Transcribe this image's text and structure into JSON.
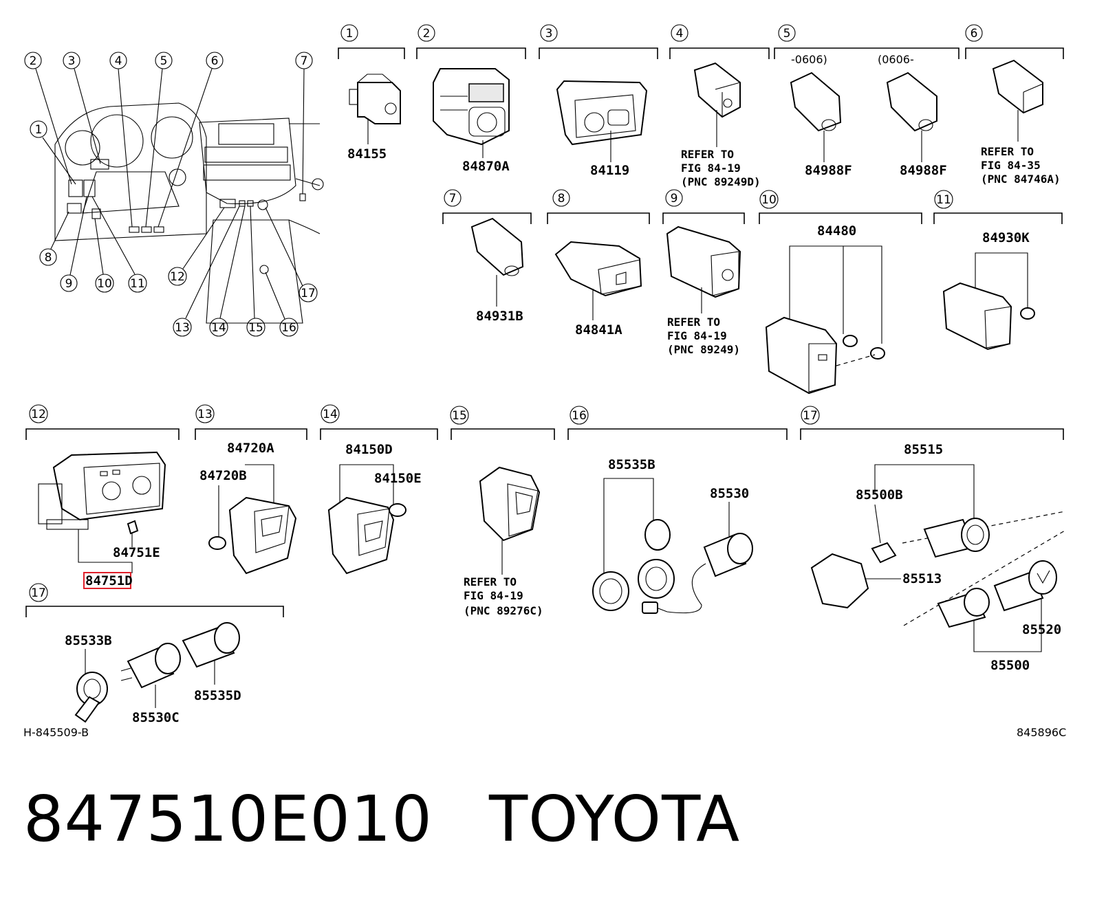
{
  "overview_callouts": [
    "1",
    "2",
    "3",
    "4",
    "5",
    "6",
    "7",
    "8",
    "9",
    "10",
    "11",
    "12",
    "13",
    "14",
    "15",
    "16",
    "17"
  ],
  "sections": {
    "s1": {
      "num": "1",
      "parts": [
        "84155"
      ]
    },
    "s2": {
      "num": "2",
      "parts": [
        "84870A"
      ]
    },
    "s3": {
      "num": "3",
      "parts": [
        "84119"
      ]
    },
    "s4": {
      "num": "4",
      "refer": [
        "REFER TO",
        "FIG 84-19",
        "(PNC 89249D)"
      ]
    },
    "s5": {
      "num": "5",
      "range_a": "-0606)",
      "range_b": "(0606-",
      "parts": [
        "84988F",
        "84988F"
      ]
    },
    "s6": {
      "num": "6",
      "refer": [
        "REFER TO",
        "FIG 84-35",
        "(PNC 84746A)"
      ]
    },
    "s7": {
      "num": "7",
      "parts": [
        "84931B"
      ]
    },
    "s8": {
      "num": "8",
      "parts": [
        "84841A"
      ]
    },
    "s9": {
      "num": "9",
      "refer": [
        "REFER TO",
        "FIG 84-19",
        "(PNC 89249)"
      ]
    },
    "s10": {
      "num": "10",
      "parts": [
        "84480"
      ]
    },
    "s11": {
      "num": "11",
      "parts": [
        "84930K"
      ]
    },
    "s12": {
      "num": "12",
      "parts": [
        "84751E",
        "84751D"
      ]
    },
    "s13": {
      "num": "13",
      "parts": [
        "84720A",
        "84720B"
      ]
    },
    "s14": {
      "num": "14",
      "parts": [
        "84150D",
        "84150E"
      ]
    },
    "s15": {
      "num": "15",
      "refer": [
        "REFER TO",
        "FIG 84-19",
        "(PNC 89276C)"
      ]
    },
    "s16": {
      "num": "16",
      "parts": [
        "85535B",
        "85530"
      ]
    },
    "s17": {
      "num": "17",
      "parts": [
        "85515",
        "85500B",
        "85513",
        "85520",
        "85500"
      ]
    },
    "s17b": {
      "num": "17",
      "parts": [
        "85533B",
        "85530C",
        "85535D"
      ]
    }
  },
  "figure_codes": {
    "left": "H-845509-B",
    "right": "845896C"
  },
  "highlight": {
    "part": "84751D",
    "color": "#e0202a"
  },
  "footer": {
    "part_number": "847510E010",
    "brand": "TOYOTA"
  }
}
